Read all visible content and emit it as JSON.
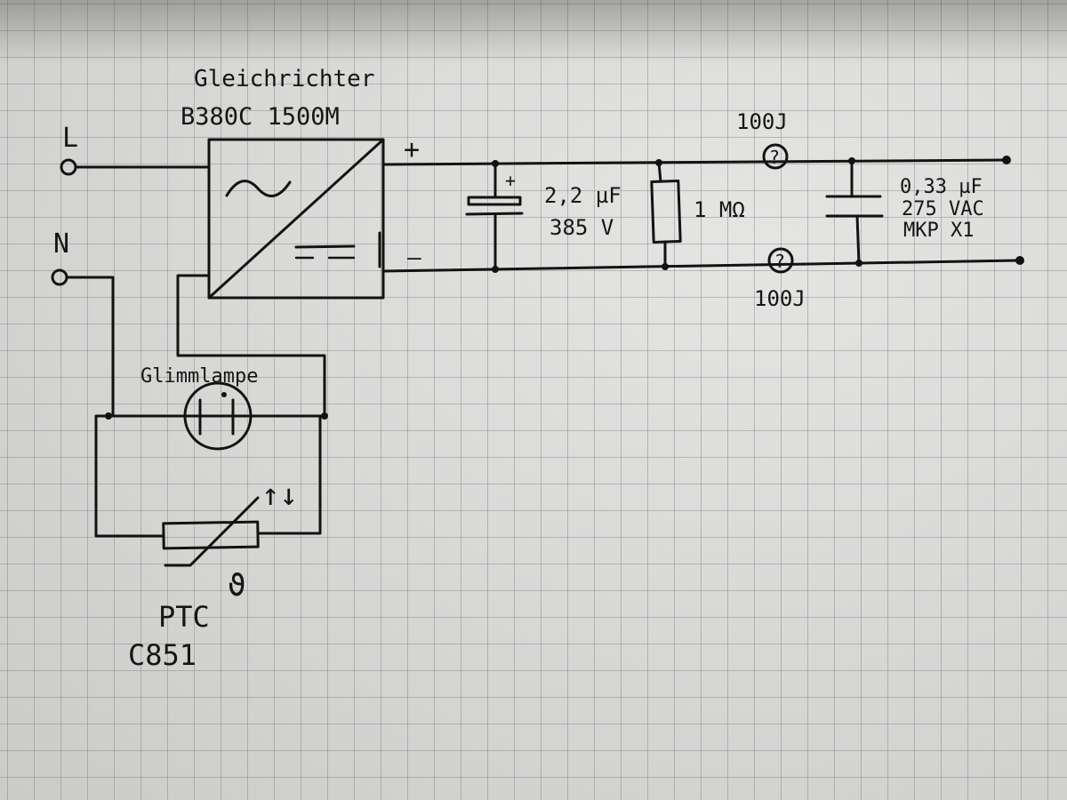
{
  "rectifier": {
    "title": "Gleichrichter",
    "model": "B380C 1500M",
    "plus": "+",
    "minus": "–"
  },
  "inputs": {
    "line_label": "L",
    "neutral_label": "N"
  },
  "capacitor_1": {
    "polarity": "+",
    "value": "2,2 µF",
    "voltage": "385 V"
  },
  "resistor": {
    "value": "1 MΩ"
  },
  "terminals": {
    "top_label": "100J",
    "bottom_label": "100J",
    "top_symbol": "?",
    "bottom_symbol": "?"
  },
  "capacitor_2": {
    "value": "0,33 µF",
    "voltage": "275 VAC",
    "type": "MKP X1"
  },
  "glow_lamp": {
    "label": "Glimmlampe"
  },
  "ptc": {
    "label": "PTC",
    "part": "C851",
    "theta_symbol": "ϑ",
    "arrows": "↑↓"
  }
}
